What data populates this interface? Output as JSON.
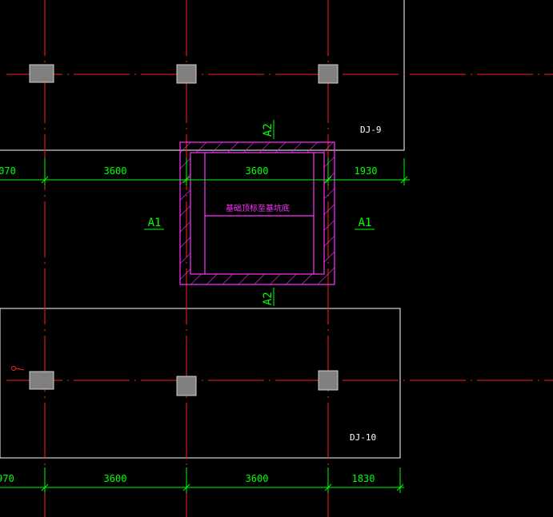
{
  "colors": {
    "background": "#000000",
    "axis": "#ff2020",
    "outline": "#ffffff",
    "dimension": "#00ff00",
    "pit": "#ff33ff",
    "column_fill": "#808080",
    "column_stroke": "#d0d0d0"
  },
  "foundations": {
    "top_label": "DJ-9",
    "bottom_label": "DJ-10"
  },
  "dimensions": {
    "top": [
      "070",
      "3600",
      "3600",
      "1930"
    ],
    "bottom": [
      "970",
      "3600",
      "3600",
      "1830"
    ]
  },
  "sections": {
    "a2_top": "A2",
    "a2_bottom": "A2",
    "a1_left": "A1",
    "a1_right": "A1"
  },
  "pit": {
    "label": "基础顶标至基坑底"
  }
}
